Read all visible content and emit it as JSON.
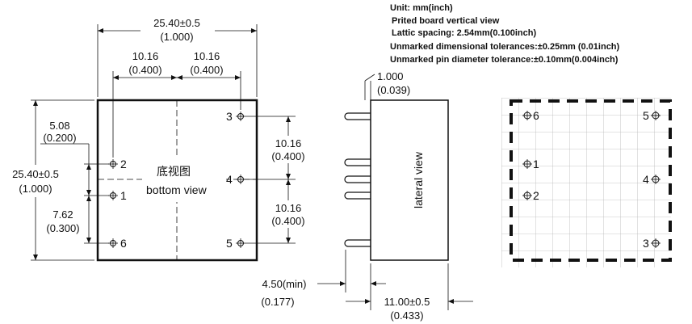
{
  "notes": {
    "unit": "Unit: mm(inch)",
    "view": "Prited board vertical view",
    "spacing": "Lattic spacing: 2.54mm(0.100inch)",
    "dim_tol": "Unmarked dimensional tolerances:±0.25mm  (0.01inch)",
    "pin_tol": "Unmarked pin diameter tolerance:±0.10mm(0.004inch)"
  },
  "bottom_view": {
    "title_cn": "底视图",
    "title_en": "bottom view",
    "width": "25.40±0.5",
    "width_in": "(1.000)",
    "left_span": "10.16",
    "left_span_in": "(0.400)",
    "right_span": "10.16",
    "right_span_in": "(0.400)",
    "height": "25.40±0.5",
    "height_in": "(1.000)",
    "top_offset": "5.08",
    "top_offset_in": "(0.200)",
    "lower_gap": "7.62",
    "lower_gap_in": "(0.300)",
    "right_upper": "10.16",
    "right_upper_in": "(0.400)",
    "right_lower": "10.16",
    "right_lower_in": "(0.400)",
    "pins": [
      "2",
      "1",
      "6",
      "3",
      "4",
      "5"
    ]
  },
  "lateral_view": {
    "label": "lateral view",
    "pin_len": "1.000",
    "pin_len_in": "(0.039)",
    "standoff": "4.50(min)",
    "standoff_in": "(0.177)",
    "depth": "11.00±0.5",
    "depth_in": "(0.433)"
  },
  "pcb_view": {
    "pins": [
      "6",
      "1",
      "2",
      "5",
      "4",
      "3"
    ]
  }
}
